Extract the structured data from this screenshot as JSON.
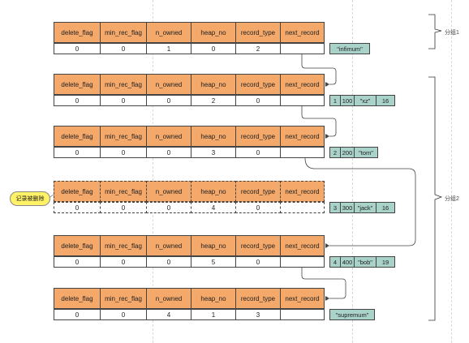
{
  "columns": [
    "delete_flag",
    "min_rec_flag",
    "n_owned",
    "heap_no",
    "record_type",
    "next_record"
  ],
  "records": [
    {
      "values": [
        "0",
        "0",
        "1",
        "0",
        "2",
        ""
      ],
      "payload": [
        "\"infimum\""
      ],
      "deleted": false
    },
    {
      "values": [
        "0",
        "0",
        "0",
        "2",
        "0",
        ""
      ],
      "payload": [
        "1",
        "100",
        "\"xz\"",
        "16"
      ],
      "deleted": false
    },
    {
      "values": [
        "0",
        "0",
        "0",
        "3",
        "0",
        ""
      ],
      "payload": [
        "2",
        "200",
        "\"tom\""
      ],
      "deleted": false
    },
    {
      "values": [
        "0",
        "0",
        "0",
        "4",
        "0",
        ""
      ],
      "payload": [
        "3",
        "300",
        "\"jack\"",
        "16"
      ],
      "deleted": true
    },
    {
      "values": [
        "0",
        "0",
        "0",
        "5",
        "0",
        ""
      ],
      "payload": [
        "4",
        "400",
        "\"bob\"",
        "19"
      ],
      "deleted": false
    },
    {
      "values": [
        "0",
        "0",
        "4",
        "1",
        "3",
        ""
      ],
      "payload": [
        "\"supremum\""
      ],
      "deleted": false
    }
  ],
  "callout": {
    "text": "记录被删除"
  },
  "groups": [
    {
      "label": "分组1"
    },
    {
      "label": "分组2"
    }
  ],
  "colors": {
    "header_fill": "#f4a86a",
    "payload_fill": "#a9d2c9",
    "callout_fill": "#fff266",
    "line": "#444444"
  }
}
